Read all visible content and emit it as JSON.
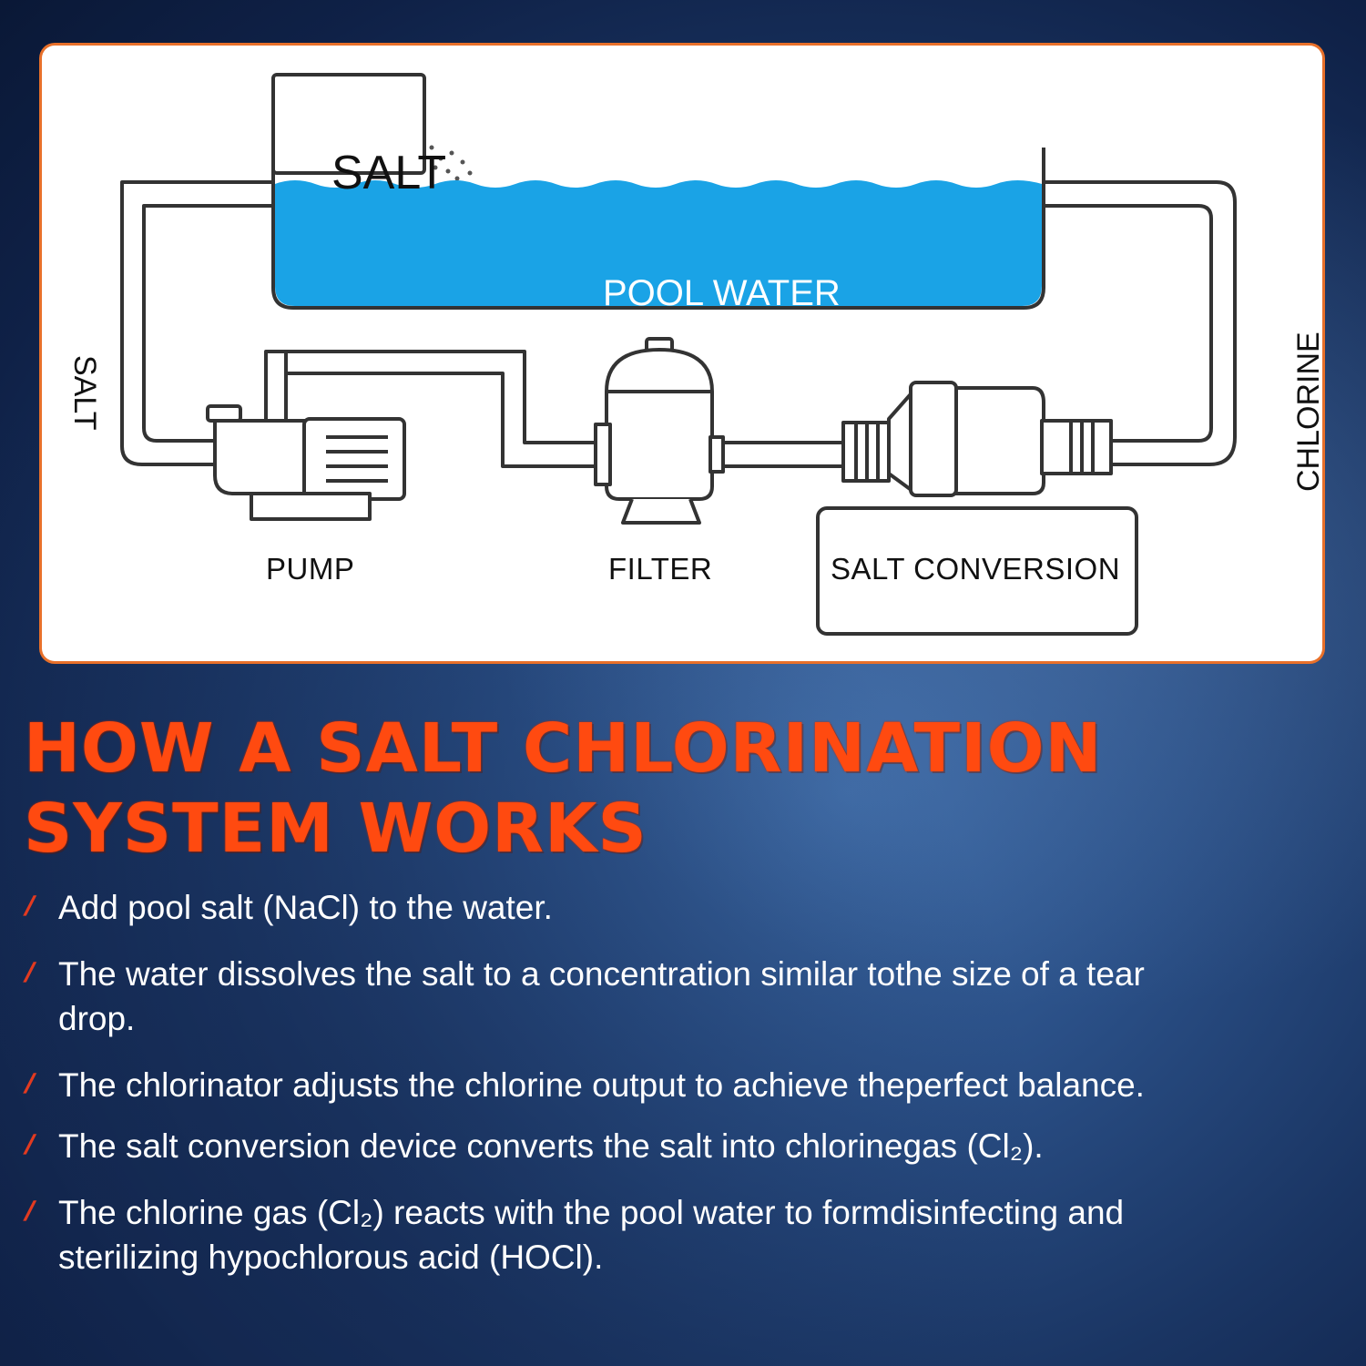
{
  "diagram": {
    "salt_box_label": "SALT",
    "pool_water_label": "POOL WATER",
    "left_pipe_label": "SALT",
    "right_pipe_label": "CHLORINE",
    "pump_label": "PUMP",
    "filter_label": "FILTER",
    "conversion_label": "SALT CONVERSION",
    "colors": {
      "water": "#1aa3e6",
      "frame": "#e8702a",
      "title": "#ff4a10"
    }
  },
  "heading": {
    "line1": "HOW A SALT CHLORINATION",
    "line2": "SYSTEM WORKS"
  },
  "steps": [
    {
      "text": "Add pool salt (NaCl) to the water."
    },
    {
      "text": "The water dissolves the salt to a concentration similar tothe size of a tear drop."
    },
    {
      "text": "The chlorinator adjusts the chlorine output to achieve theperfect balance."
    },
    {
      "text": "The salt conversion device converts the salt into chlorinegas (Cl₂)."
    },
    {
      "text": "The chlorine gas (Cl₂) reacts with the pool water to formdisinfecting and sterilizing hypochlorous acid (HOCl)."
    }
  ]
}
